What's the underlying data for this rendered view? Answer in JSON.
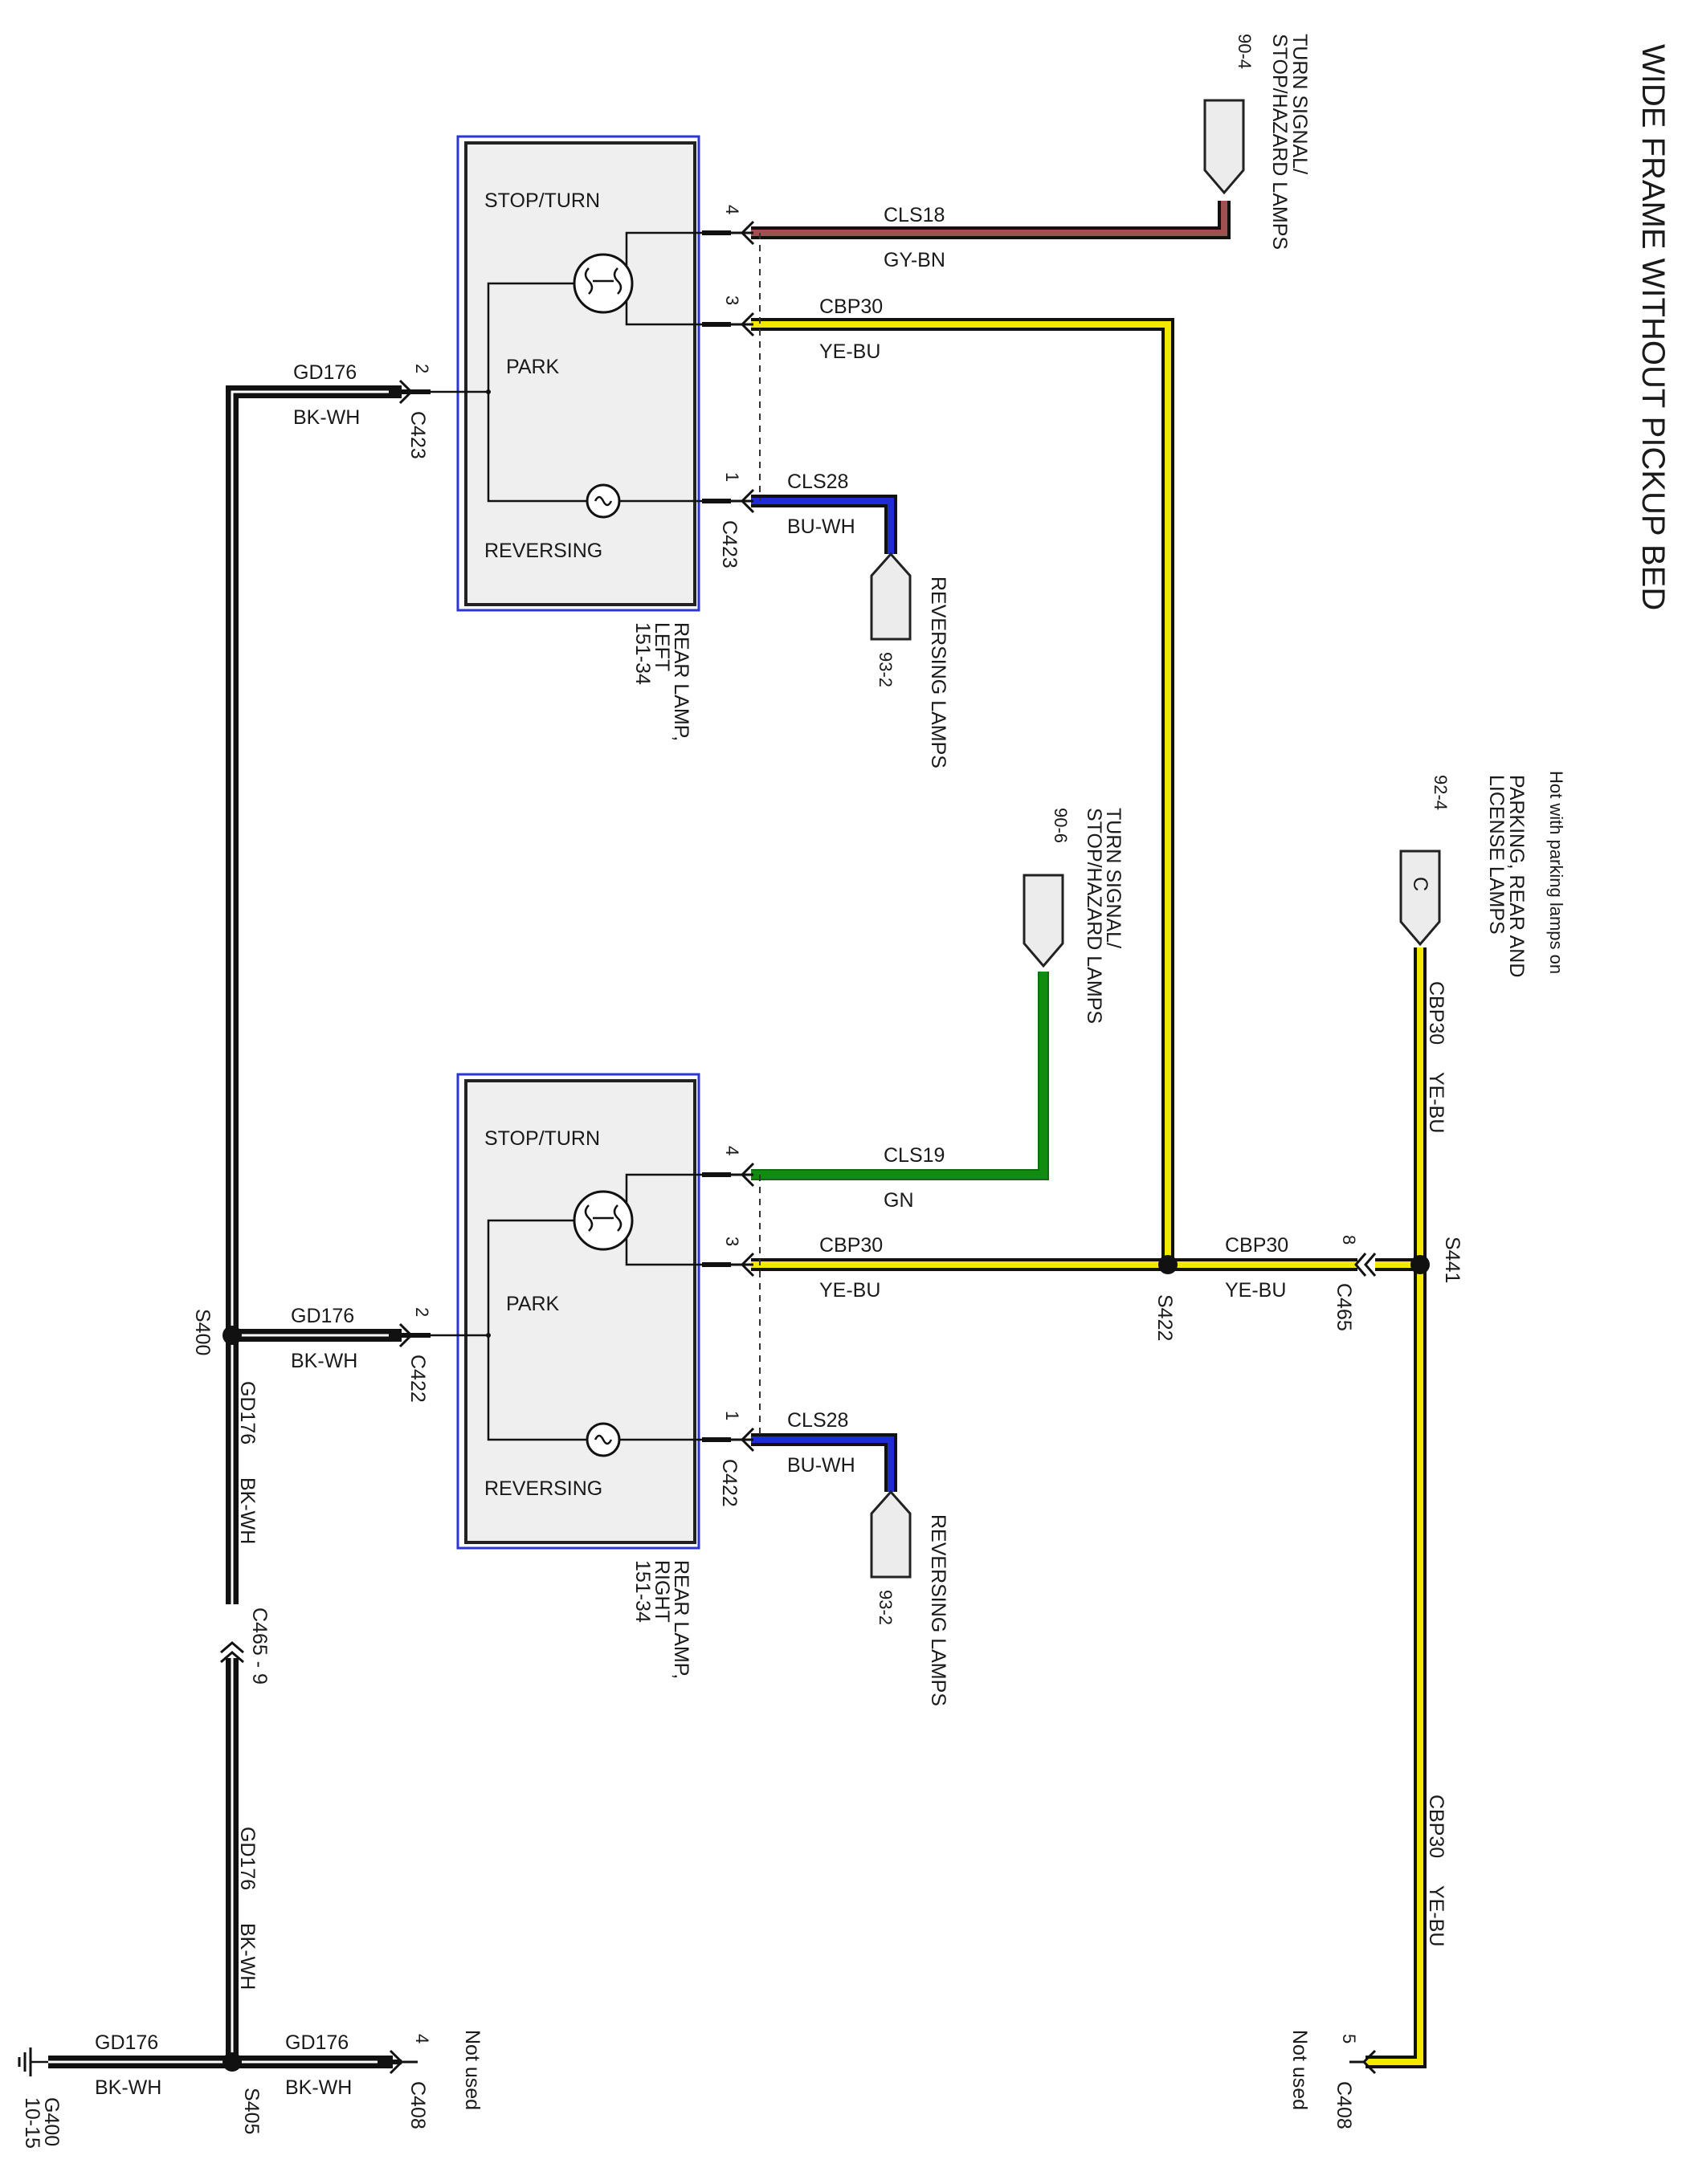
{
  "title": "WIDE FRAME WITHOUT PICKUP BED",
  "note": "Hot with parking lamps on",
  "colors": {
    "ye_bu": "#f3e800",
    "gy_bn": "#a05050",
    "gn": "#118c11",
    "bu_wh": "#1f2bd6",
    "bk_wh": "#111111",
    "lamp_frame": "#2b35d6"
  },
  "lamps": {
    "left": {
      "stop_turn": "STOP/TURN",
      "park": "PARK",
      "reversing": "REVERSING",
      "caption_1": "REAR LAMP,",
      "caption_2": "LEFT",
      "caption_3": "151-34"
    },
    "right": {
      "stop_turn": "STOP/TURN",
      "park": "PARK",
      "reversing": "REVERSING",
      "caption_1": "REAR LAMP,",
      "caption_2": "RIGHT",
      "caption_3": "151-34"
    }
  },
  "pins": {
    "p1": "1",
    "p2": "2",
    "p3": "3",
    "p4": "4",
    "p5": "5",
    "p8": "8"
  },
  "connectors": {
    "c423": "C423",
    "c422": "C422",
    "c465": "C465",
    "c465_9": "C465 - 9",
    "c408": "C408",
    "not_used": "Not used"
  },
  "splices": {
    "s400": "S400",
    "s405": "S405",
    "s422": "S422",
    "s441": "S441"
  },
  "ground": {
    "name": "G400",
    "ref": "10-15"
  },
  "circuits": {
    "cls18": "CLS18",
    "gy_bn": "GY-BN",
    "cbp30": "CBP30",
    "ye_bu": "YE-BU",
    "cls28": "CLS28",
    "bu_wh": "BU-WH",
    "cls19": "CLS19",
    "gn": "GN",
    "gd176": "GD176",
    "bk_wh": "BK-WH"
  },
  "refs": {
    "turn_signal_1": "TURN SIGNAL/",
    "turn_signal_2": "STOP/HAZARD LAMPS",
    "page_90_4": "90-4",
    "page_90_6": "90-6",
    "reversing_lamps": "REVERSING LAMPS",
    "page_93_2": "93-2",
    "parking_1": "PARKING, REAR AND",
    "parking_2": "LICENSE LAMPS",
    "page_92_4": "92-4",
    "c_marker": "C"
  }
}
